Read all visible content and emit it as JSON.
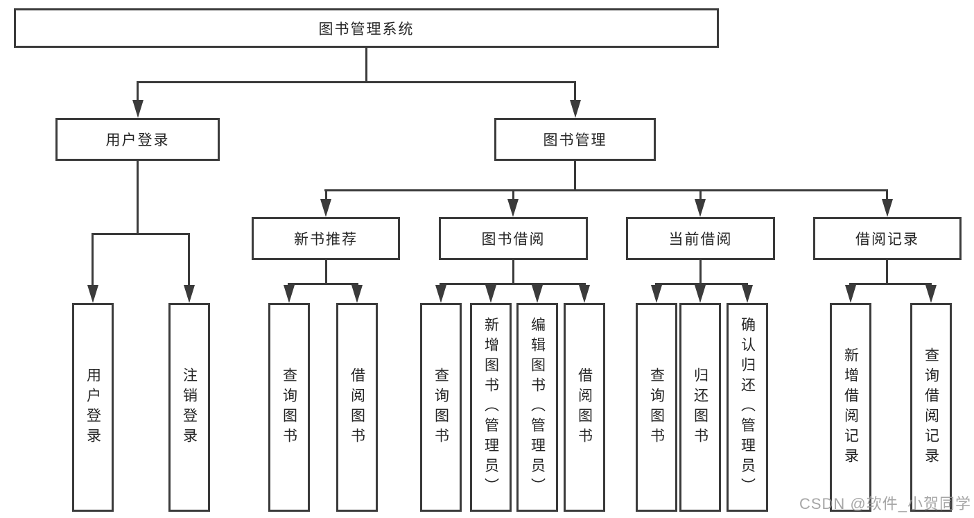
{
  "tree": {
    "label": "图书管理系统",
    "children": [
      {
        "label": "用户登录",
        "children": [
          {
            "label": "用户登录"
          },
          {
            "label": "注销登录"
          }
        ]
      },
      {
        "label": "图书管理",
        "children": [
          {
            "label": "新书推荐",
            "children": [
              {
                "label": "查询图书"
              },
              {
                "label": "借阅图书"
              }
            ]
          },
          {
            "label": "图书借阅",
            "children": [
              {
                "label": "查询图书"
              },
              {
                "label": "新增图书（管理员）"
              },
              {
                "label": "编辑图书（管理员）"
              },
              {
                "label": "借阅图书"
              }
            ]
          },
          {
            "label": "当前借阅",
            "children": [
              {
                "label": "查询图书"
              },
              {
                "label": "归还图书"
              },
              {
                "label": "确认归还（管理员）"
              }
            ]
          },
          {
            "label": "借阅记录",
            "children": [
              {
                "label": "新增借阅记录"
              },
              {
                "label": "查询借阅记录"
              }
            ]
          }
        ]
      }
    ]
  },
  "watermark": "CSDN @软件_小贺同学",
  "colors": {
    "line": "#3b3b3b",
    "text": "#262626",
    "watermark": "#969696",
    "background": "#ffffff"
  }
}
